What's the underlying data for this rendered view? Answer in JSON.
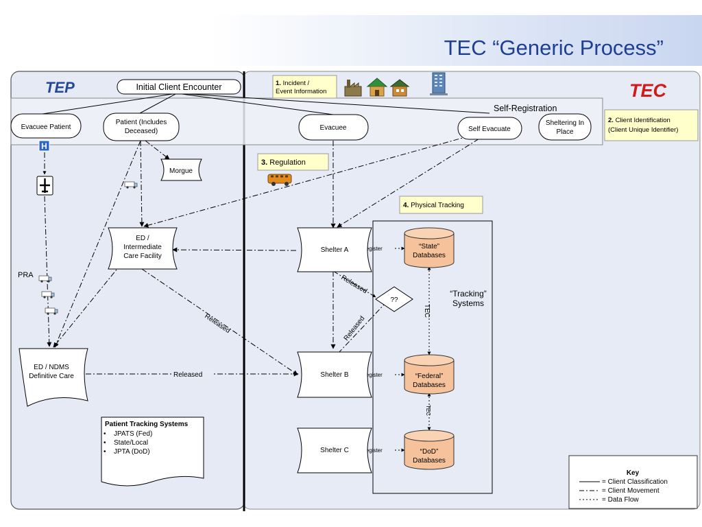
{
  "slide": {
    "title": "TEC “Generic Process”"
  },
  "regions": {
    "left_label": "TEP",
    "right_label": "TEC"
  },
  "nodes": {
    "initial_client_encounter": "Initial Client Encounter",
    "evacuee_patient": "Evacuee Patient",
    "patient_includes_deceased": [
      "Patient (Includes",
      "Deceased)"
    ],
    "evacuee": "Evacuee",
    "self_registration": "Self-Registration",
    "self_evacuate": "Self Evacuate",
    "sheltering_in_place": [
      "Sheltering In",
      "Place"
    ],
    "morgue": "Morgue",
    "ed_intermediate": [
      "ED /",
      "Intermediate",
      "Care Facility"
    ],
    "ed_ndms": [
      "ED / NDMS",
      "Definitive Care"
    ],
    "shelter_a": "Shelter A",
    "shelter_b": "Shelter B",
    "shelter_c": "Shelter C",
    "state_db": [
      "“State”",
      "Databases"
    ],
    "federal_db": [
      "“Federal”",
      "Databases"
    ],
    "dod_db": [
      "“DoD”",
      "Databases"
    ],
    "decision": "??",
    "tracking_systems": [
      "“Tracking”",
      "Systems"
    ],
    "pra": "PRA",
    "hospital_glyph": "H"
  },
  "callouts": {
    "incident_num": "1.",
    "incident": [
      "Incident /",
      "Event Information"
    ],
    "client_id_num": "2.",
    "client_id": [
      "Client Identification",
      "(Client Unique Identifier)"
    ],
    "regulation_num": "3.",
    "regulation": "Regulation",
    "physical_tracking_num": "4.",
    "physical_tracking": "Physical Tracking"
  },
  "edge_labels": {
    "released": "Released",
    "register": "Register",
    "tec": "TEC"
  },
  "patient_tracking": {
    "title": "Patient Tracking Systems",
    "items": [
      "JPATS (Fed)",
      "State/Local",
      "JPTA (DoD)"
    ]
  },
  "key": {
    "title": "Key",
    "items": [
      "= Client Classification",
      "= Client Movement",
      "= Data Flow"
    ]
  },
  "colors": {
    "title_blue": "#1f3f93",
    "tec_red": "#d11a1a",
    "tep_blue": "#24479a",
    "callout_fill": "#ffffcc",
    "db_fill": "#f6c29b",
    "hospital_blue": "#2b63d1"
  }
}
